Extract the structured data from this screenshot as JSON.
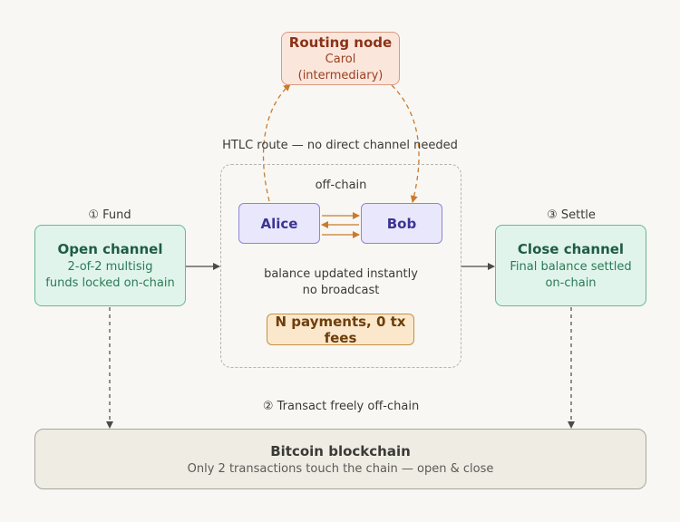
{
  "routing_node": {
    "title": "Routing node",
    "subtitle": "Carol (intermediary)"
  },
  "htlc_label": "HTLC route — no direct channel needed",
  "offchain": {
    "label": "off-chain",
    "alice": "Alice",
    "bob": "Bob",
    "balance_line1": "balance updated instantly",
    "balance_line2": "no broadcast",
    "payments_badge": "N payments, 0 tx fees"
  },
  "fund": {
    "step_label": "① Fund",
    "title": "Open channel",
    "line1": "2-of-2 multisig",
    "line2": "funds locked on-chain"
  },
  "settle": {
    "step_label": "③ Settle",
    "title": "Close channel",
    "line1": "Final balance settled",
    "line2": "on-chain"
  },
  "transact_label": "② Transact freely off-chain",
  "blockchain": {
    "title": "Bitcoin blockchain",
    "subtitle": "Only 2 transactions touch the chain — open & close"
  },
  "colors": {
    "routing_fill": "#fbe6dc",
    "routing_stroke": "#d99a82",
    "party_fill": "#e9e7fb",
    "party_stroke": "#8d86d6",
    "channel_fill": "#e0f4ec",
    "channel_stroke": "#67b893",
    "badge_fill": "#fbe8cc",
    "htlc_arrow": "#c97b2a",
    "blockchain_fill": "#efece4"
  }
}
